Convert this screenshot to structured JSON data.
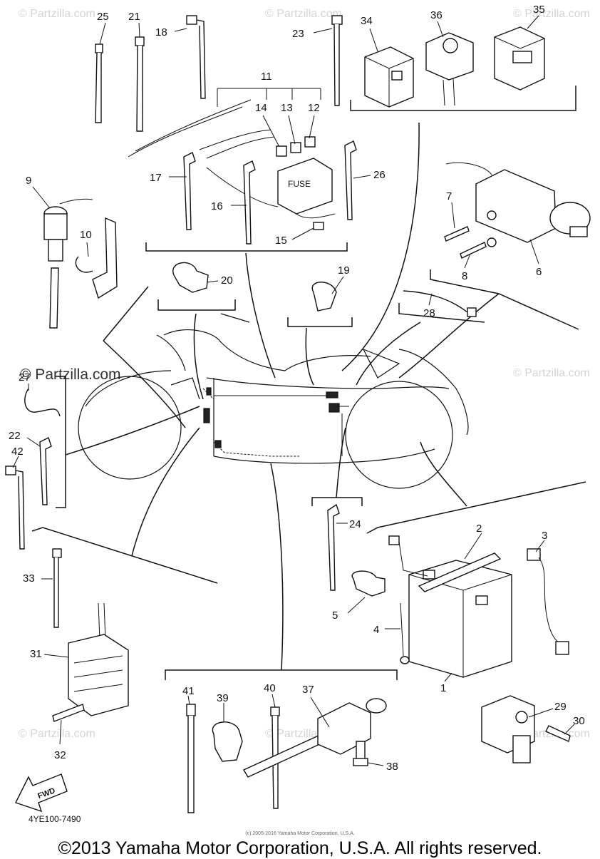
{
  "watermark": "© Partzilla.com",
  "drawing_code": "4YE100-7490",
  "fwd_label": "FWD",
  "fuse_label": "FUSE",
  "footer_note": "(c) 2005-2016 Yamaha Motor Corporation, U.S.A.",
  "copyright": "©2013 Yamaha Motor Corporation, U.S.A. All rights reserved.",
  "callouts": [
    "1",
    "2",
    "3",
    "4",
    "5",
    "6",
    "7",
    "8",
    "9",
    "10",
    "11",
    "12",
    "13",
    "14",
    "15",
    "16",
    "17",
    "18",
    "19",
    "20",
    "21",
    "22",
    "23",
    "24",
    "25",
    "26",
    "27",
    "28",
    "29",
    "30",
    "31",
    "32",
    "33",
    "34",
    "35",
    "36",
    "37",
    "38",
    "39",
    "40",
    "41",
    "42"
  ]
}
